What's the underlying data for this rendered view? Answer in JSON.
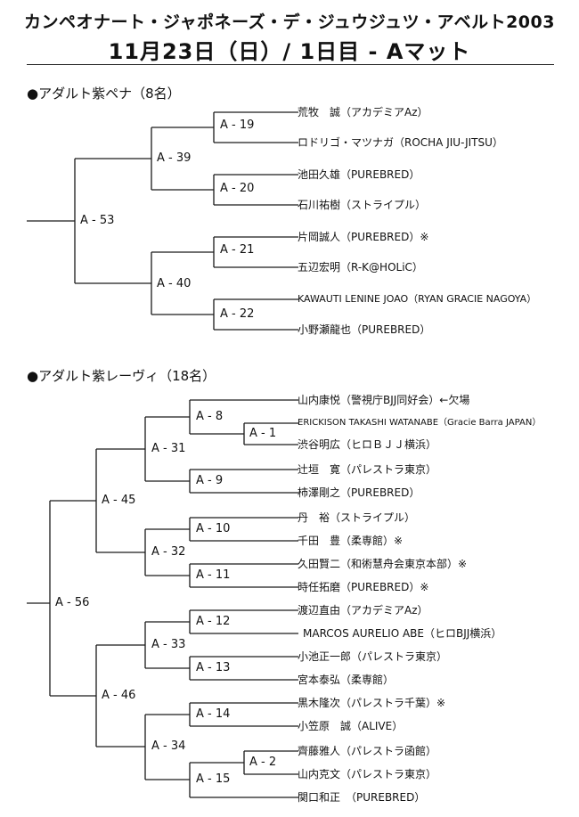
{
  "header": {
    "line1": "カンペオナート・ジャポネーズ・デ・ジュウジュツ・アベルト2003",
    "line2": "11月23日（日）/ 1日目 - Aマット"
  },
  "brackets": [
    {
      "title": "●アダルト紫ペナ（8名）",
      "competitors": [
        "荒牧　誠（アカデミアAz）",
        "ロドリゴ・マツナガ（ROCHA JIU-JITSU）",
        "池田久雄（PUREBRED）",
        "石川祐樹（ストライプル）",
        "片岡誠人（PUREBRED）※",
        "五辺宏明（R-K@HOLiC）",
        "KAWAUTI LENINE JOAO（RYAN GRACIE NAGOYA）",
        "小野瀬龍也（PUREBRED）"
      ],
      "matches": [
        "A - 19",
        "A - 20",
        "A - 21",
        "A - 22",
        "A - 39",
        "A - 40",
        "A - 53"
      ]
    },
    {
      "title": "●アダルト紫レーヴィ（18名）",
      "competitors": [
        "山内康悦（警視庁BJJ同好会）←欠場",
        "ERICKISON TAKASHI WATANABE（Gracie Barra JAPAN）",
        "渋谷明広（ヒロＢＪＪ横浜）",
        "辻垣　寛（パレストラ東京）",
        "柿澤剛之（PUREBRED）",
        "丹　裕（ストライプル）",
        "千田　豊（柔専館）※",
        "久田賢二（和術慧舟会東京本部）※",
        "時任拓磨（PUREBRED）※",
        "渡辺直由（アカデミアAz）",
        "MARCOS AURELIO ABE（ヒロBJJ横浜）",
        "小池正一郎（パレストラ東京）",
        "宮本泰弘（柔専館）",
        "黒木隆次（パレストラ千葉）※",
        "小笠原　誠（ALIVE）",
        "齊藤雅人（パレストラ函館）",
        "山内克文（パレストラ東京）",
        "関口和正　（PUREBRED）"
      ],
      "matches": [
        "A - 1",
        "A - 8",
        "A - 9",
        "A - 10",
        "A - 11",
        "A - 12",
        "A - 13",
        "A - 14",
        "A - 2",
        "A - 15",
        "A - 31",
        "A - 32",
        "A - 33",
        "A - 34",
        "A - 45",
        "A - 46",
        "A - 56"
      ]
    }
  ]
}
